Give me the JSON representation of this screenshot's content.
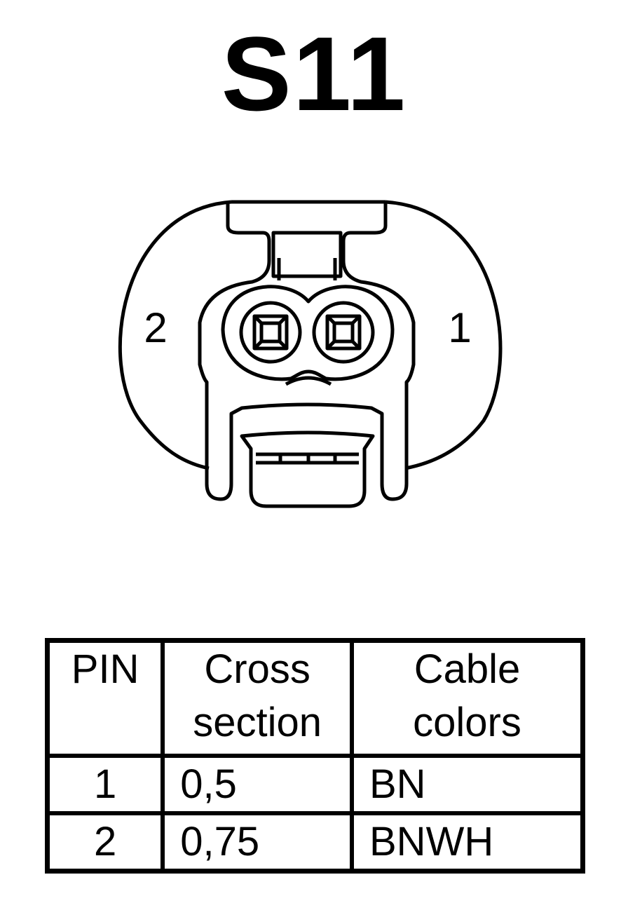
{
  "title": "S11",
  "connector": {
    "pin_left_label": "2",
    "pin_right_label": "1"
  },
  "table": {
    "headers": {
      "pin": "PIN",
      "cross_line1": "Cross",
      "cross_line2": "section",
      "color_line1": "Cable",
      "color_line2": "colors"
    },
    "rows": [
      {
        "pin": "1",
        "cross_section": "0,5",
        "cable_color": "BN"
      },
      {
        "pin": "2",
        "cross_section": "0,75",
        "cable_color": "BNWH"
      }
    ]
  }
}
